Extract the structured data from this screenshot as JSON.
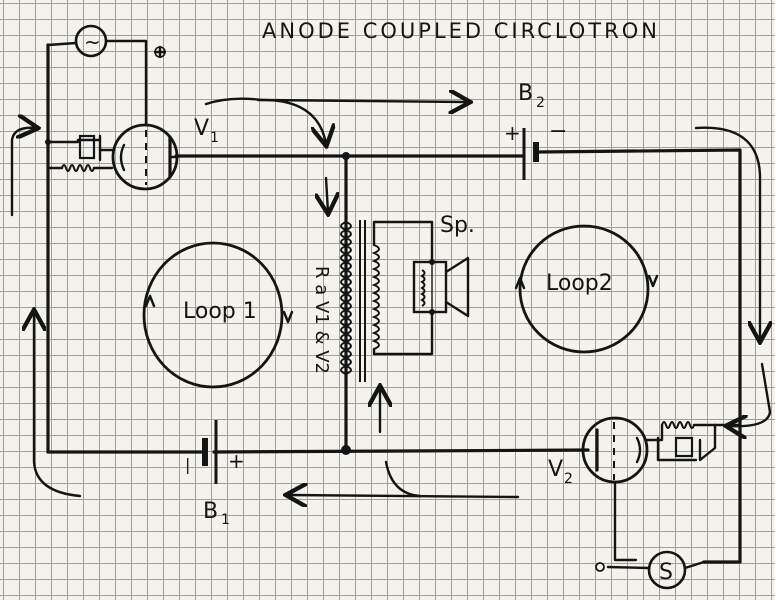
{
  "title": "ANODE COUPLED CIRCLOTRON",
  "labels": {
    "v1": "V",
    "v1_sub": "1",
    "v2": "V",
    "v2_sub": "2",
    "b1": "B",
    "b1_sub": "1",
    "b2": "B",
    "b2_sub": "2",
    "loop1": "Loop 1",
    "loop2": "Loop2",
    "speaker": "Sp.",
    "transformer": "R a V1 & V2",
    "heater_top": "~",
    "heater_bottom": "S",
    "b2_plus": "+",
    "b2_minus": "−",
    "b1_minus": "|",
    "b1_plus": "+"
  }
}
